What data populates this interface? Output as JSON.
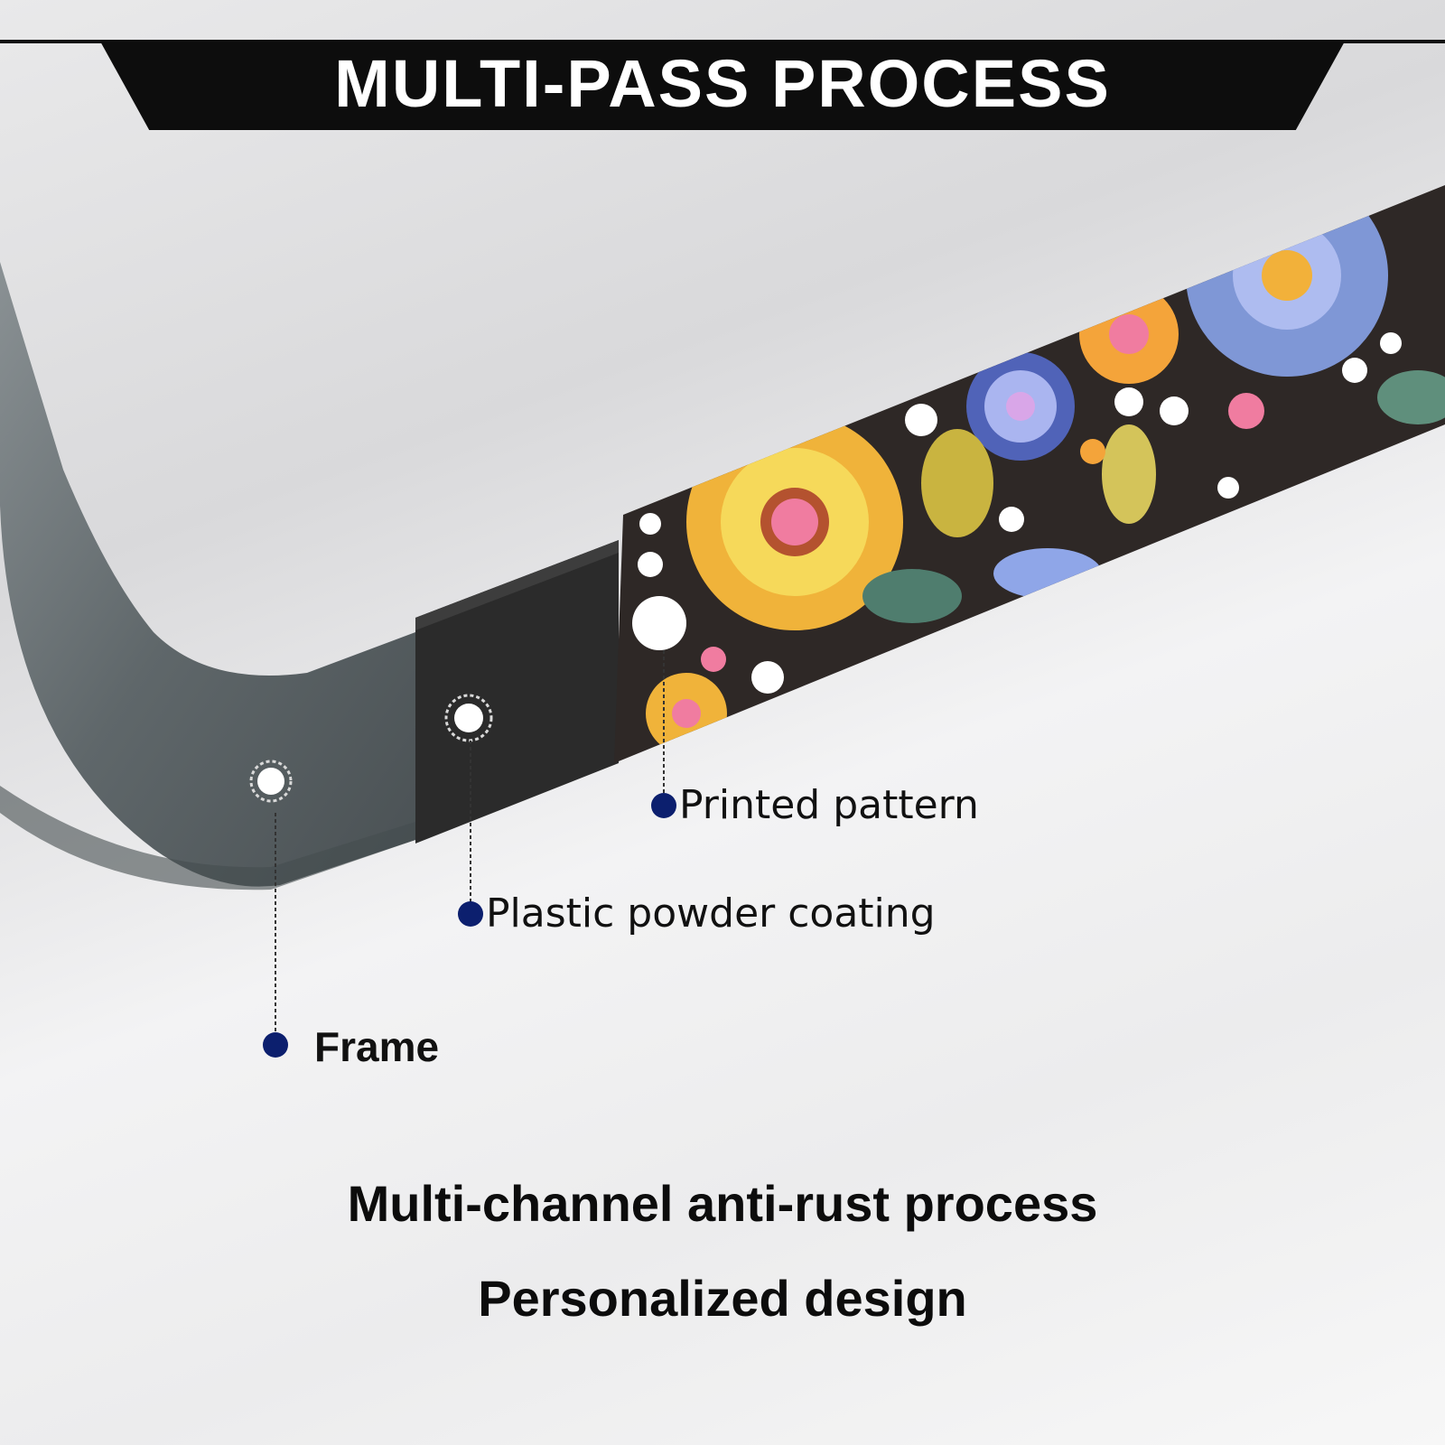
{
  "banner": {
    "title": "MULTI-PASS PROCESS"
  },
  "callouts": {
    "printed_pattern": "Printed pattern",
    "plastic_powder_coating": "Plastic powder coating",
    "frame": "Frame"
  },
  "captions": {
    "line1": "Multi-channel anti-rust process",
    "line2": "Personalized design"
  },
  "colors": {
    "banner": "#0d0d0d",
    "marker": "#0c1f6e",
    "frame_metal": "#6e7679",
    "coating": "#2b2b2b",
    "pattern_bg": "#2e2826"
  },
  "icons": [
    "flower-pattern",
    "mounting-hole"
  ]
}
